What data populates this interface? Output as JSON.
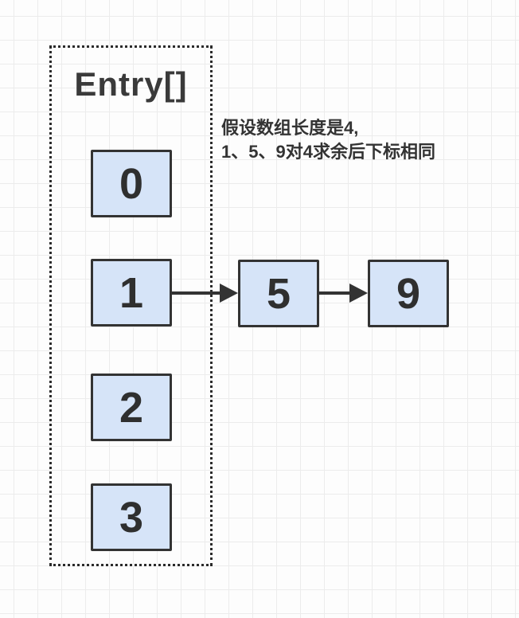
{
  "diagram": {
    "title": "Entry[]",
    "buckets": [
      "0",
      "1",
      "2",
      "3"
    ],
    "chain_nodes": [
      "5",
      "9"
    ],
    "annotation": {
      "line1": "假设数组长度是4,",
      "line2": "1、5、9对4求余后下标相同"
    },
    "colors": {
      "node_fill": "#d6e4f8",
      "node_border": "#333333",
      "text": "#333333",
      "grid_line": "#ececec",
      "background": "#fdfdfd"
    }
  }
}
